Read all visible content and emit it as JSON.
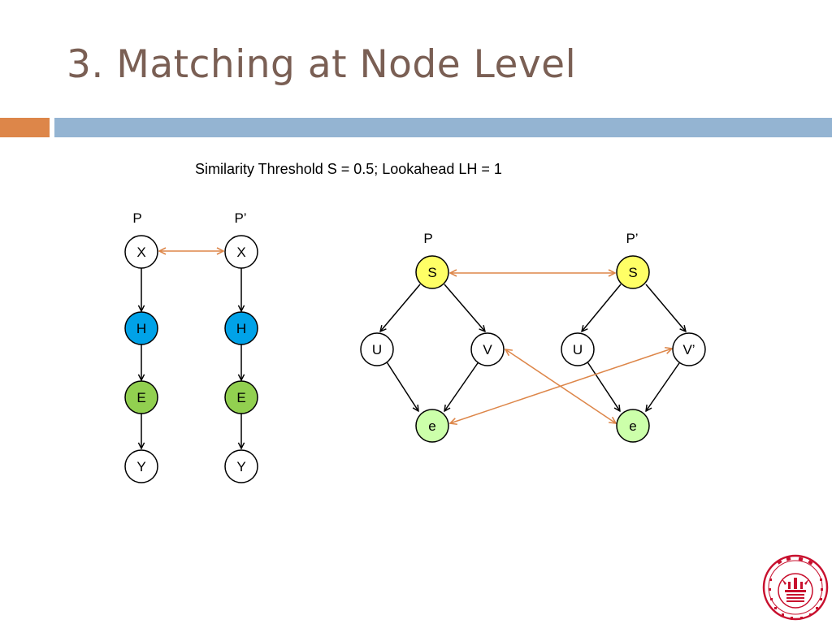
{
  "slide": {
    "title": "3. Matching at Node Level",
    "subtitle": "Similarity Threshold S = 0.5; Lookahead LH = 1"
  },
  "colors": {
    "title": "#7a5f54",
    "accent_bar": "#dd8649",
    "main_bar": "#94b4d2",
    "node_yellow": "#ffff66",
    "node_blue": "#00a2e8",
    "node_green": "#92d050",
    "node_light_green": "#ccffaa",
    "match_arrow": "#dd8649"
  },
  "left_diagram": {
    "graph_labels": {
      "p": "P",
      "p_prime": "P’"
    },
    "p_nodes": [
      "X",
      "H",
      "E",
      "Y"
    ],
    "p_prime_nodes": [
      "X",
      "H",
      "E",
      "Y"
    ]
  },
  "right_diagram": {
    "graph_labels": {
      "p": "P",
      "p_prime": "P’"
    },
    "p_nodes": {
      "s": "S",
      "u": "U",
      "v": "V",
      "e": "e"
    },
    "p_prime_nodes": {
      "s": "S",
      "u": "U",
      "v": "V’",
      "e": "e"
    }
  }
}
